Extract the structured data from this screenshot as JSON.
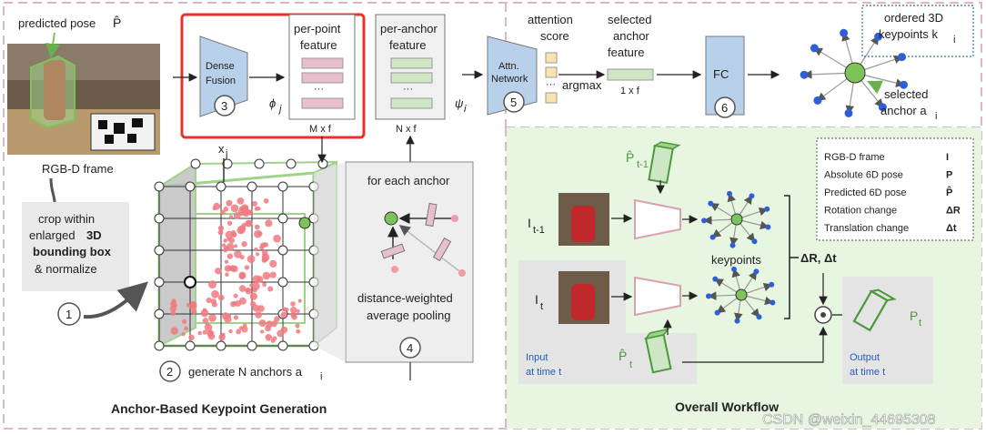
{
  "left": {
    "predicted_pose_label": "predicted pose",
    "predicted_pose_symbol": "P̂",
    "rgbd_label": "RGB-D frame",
    "crop_line1": "crop within",
    "crop_line2": "enlarged",
    "crop_line3_bold": "3D",
    "crop_line4_bold": "bounding box",
    "crop_line5": "& normalize",
    "step1": "1",
    "step2": "2",
    "generate_anchors": "generate N anchors a",
    "generate_anchors_sub": "i",
    "xj_label": "x",
    "xj_sub": "j",
    "section_title": "Anchor-Based Keypoint Generation"
  },
  "top": {
    "dense_fusion_line1": "Dense",
    "dense_fusion_line2": "Fusion",
    "step3": "3",
    "per_point_line1": "per-point",
    "per_point_line2": "feature",
    "phi": "ϕ",
    "phi_sub": "j",
    "mxf": "M x f",
    "per_anchor_line1": "per-anchor",
    "per_anchor_line2": "feature",
    "psi": "ψ",
    "psi_sub": "i",
    "nxf": "N x f",
    "attn_line1": "Attn.",
    "attn_line2": "Network",
    "step5": "5",
    "attention_line1": "attention",
    "attention_line2": "score",
    "argmax": "argmax",
    "selected_line1": "selected",
    "selected_line2": "anchor",
    "selected_line3": "feature",
    "onexf": "1 x f",
    "fc": "FC",
    "step6": "6",
    "ordered_line1": "ordered 3D",
    "ordered_line2": "keypoints k",
    "ordered_sub": "i",
    "sel_anchor_line1": "selected",
    "sel_anchor_line2": "anchor a",
    "sel_anchor_sub": "i"
  },
  "pooling": {
    "title": "for each anchor",
    "line1": "distance-weighted",
    "line2": "average pooling",
    "step4": "4"
  },
  "workflow": {
    "p_hat_prev": "P̂",
    "p_hat_prev_sub": "t-1",
    "i_prev": "I",
    "i_prev_sub": "t-1",
    "i_cur": "I",
    "i_cur_sub": "t",
    "keypoints": "keypoints",
    "delta": "ΔR, Δt",
    "input_line1": "Input",
    "input_line2": "at time t",
    "p_hat_cur": "P̂",
    "p_hat_cur_sub": "t",
    "p_out": "P",
    "p_out_sub": "t",
    "output_line1": "Output",
    "output_line2": "at time t",
    "section_title": "Overall Workflow"
  },
  "legend": {
    "rows": [
      {
        "label": "RGB-D frame",
        "symbol": "I"
      },
      {
        "label": "Absolute 6D pose",
        "symbol": "P"
      },
      {
        "label": "Predicted 6D pose",
        "symbol": "P̂"
      },
      {
        "label": "Rotation change",
        "symbol": "ΔR"
      },
      {
        "label": "Translation change",
        "symbol": "Δt"
      }
    ]
  },
  "watermark": "CSDN @weixin_44695308",
  "colors": {
    "blue_box": "#b9d0ea",
    "pink_bar": "#e8c0cc",
    "green_bar": "#cfe6c4",
    "red_frame": "#e8312b",
    "dash_pink": "#e2b6c0",
    "workflow_bg": "#e6f6e0",
    "anchor_green": "#7cc45a",
    "keypoint_blue": "#2e5fd8"
  }
}
